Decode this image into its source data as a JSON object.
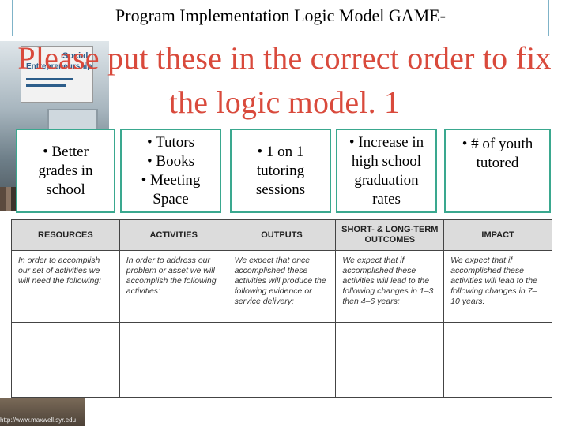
{
  "title": "Program Implementation Logic Model GAME-",
  "subtitle": "Please put these in the correct order to fix the logic model. 1",
  "book": {
    "title_lines": [
      "Social",
      "Entrepreneurship"
    ]
  },
  "cards": [
    {
      "text": "• Better\ngrades in\nschool"
    },
    {
      "text": "• Tutors\n• Books\n• Meeting\nSpace"
    },
    {
      "text": "• 1 on 1\ntutoring\nsessions"
    },
    {
      "text": "• Increase in\nhigh school\ngraduation\nrates"
    },
    {
      "text": "• # of youth\ntutored"
    }
  ],
  "table": {
    "columns": [
      {
        "header": "RESOURCES",
        "body": "In order to accomplish our set of activities we will need the following:"
      },
      {
        "header": "ACTIVITIES",
        "body": "In order to address our problem or asset we will accomplish the following activities:"
      },
      {
        "header": "OUTPUTS",
        "body": "We expect that once accomplished these activities will produce the following evidence or service delivery:"
      },
      {
        "header": "SHORT- & LONG-TERM\nOUTCOMES",
        "body": "We expect that if accomplished these activities will lead to the following changes in 1–3 then 4–6 years:"
      },
      {
        "header": "IMPACT",
        "body": "We expect that if accomplished these activities will lead to the following changes in 7–10 years:"
      }
    ]
  },
  "footer": {
    "url": "http://www.maxwell.syr.edu"
  }
}
